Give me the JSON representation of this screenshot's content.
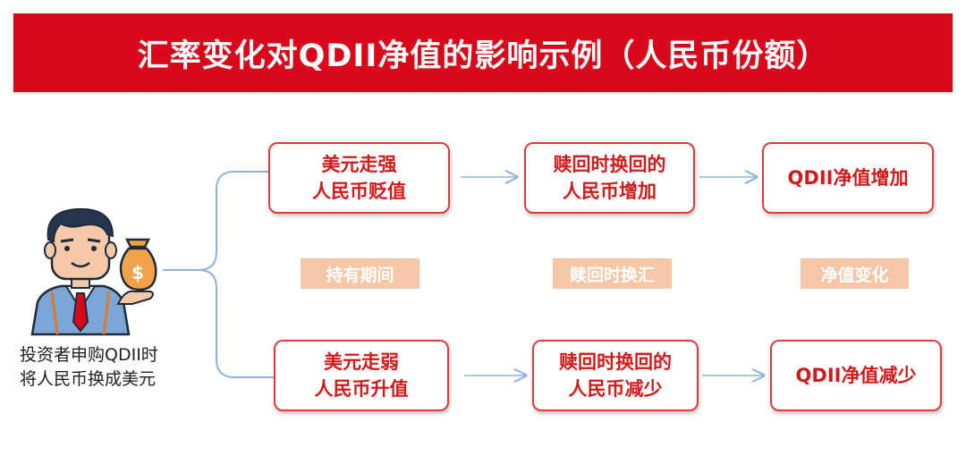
{
  "title": "汇率变化对QDII净值的影响示例（人民币份额）",
  "investor": {
    "caption_line1": "投资者申购QDII时",
    "caption_line2": "将人民币换成美元",
    "bag_symbol": "$"
  },
  "phases": [
    "持有期间",
    "赎回时换汇",
    "净值变化"
  ],
  "top_path": {
    "step1": [
      "美元走强",
      "人民币贬值"
    ],
    "step2": [
      "赎回时换回的",
      "人民币增加"
    ],
    "step3": "QDII净值增加"
  },
  "bottom_path": {
    "step1": [
      "美元走弱",
      "人民币升值"
    ],
    "step2": [
      "赎回时换回的",
      "人民币减少"
    ],
    "step3": "QDII净值减少"
  },
  "colors": {
    "banner": "#d9091b",
    "node_border": "#e23b3b",
    "node_text": "#d31a1a",
    "phase_bg": "#f6c7a7",
    "connector": "#8fb3dc"
  }
}
